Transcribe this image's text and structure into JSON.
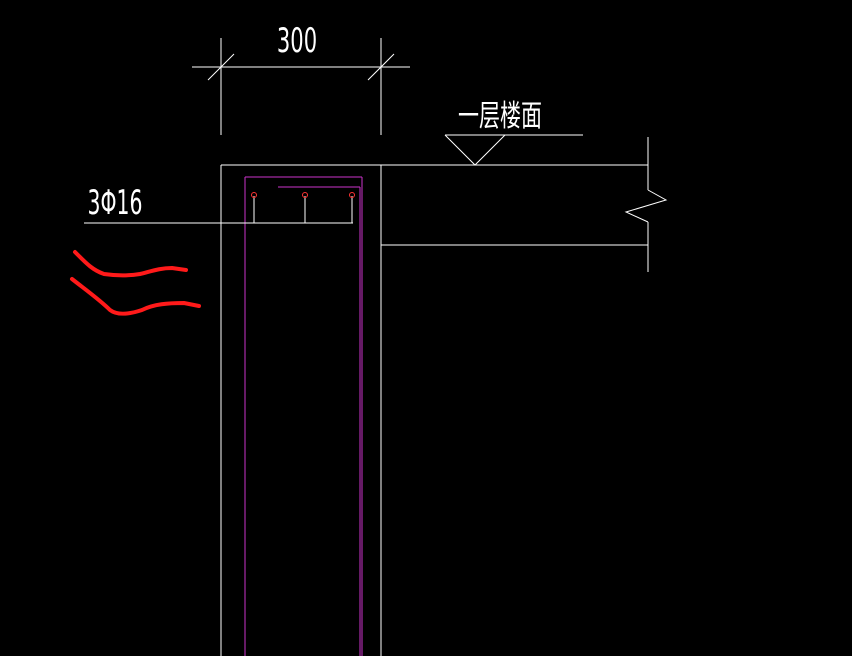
{
  "drawing": {
    "dimension_label": "300",
    "floor_label": "一层楼面",
    "rebar_label": "3Φ16"
  },
  "colors": {
    "background": "#000000",
    "line": "#ffffff",
    "stirrup": "#cc33cc",
    "rebar_point": "#ff3333",
    "annotation": "#ff1a1a"
  }
}
